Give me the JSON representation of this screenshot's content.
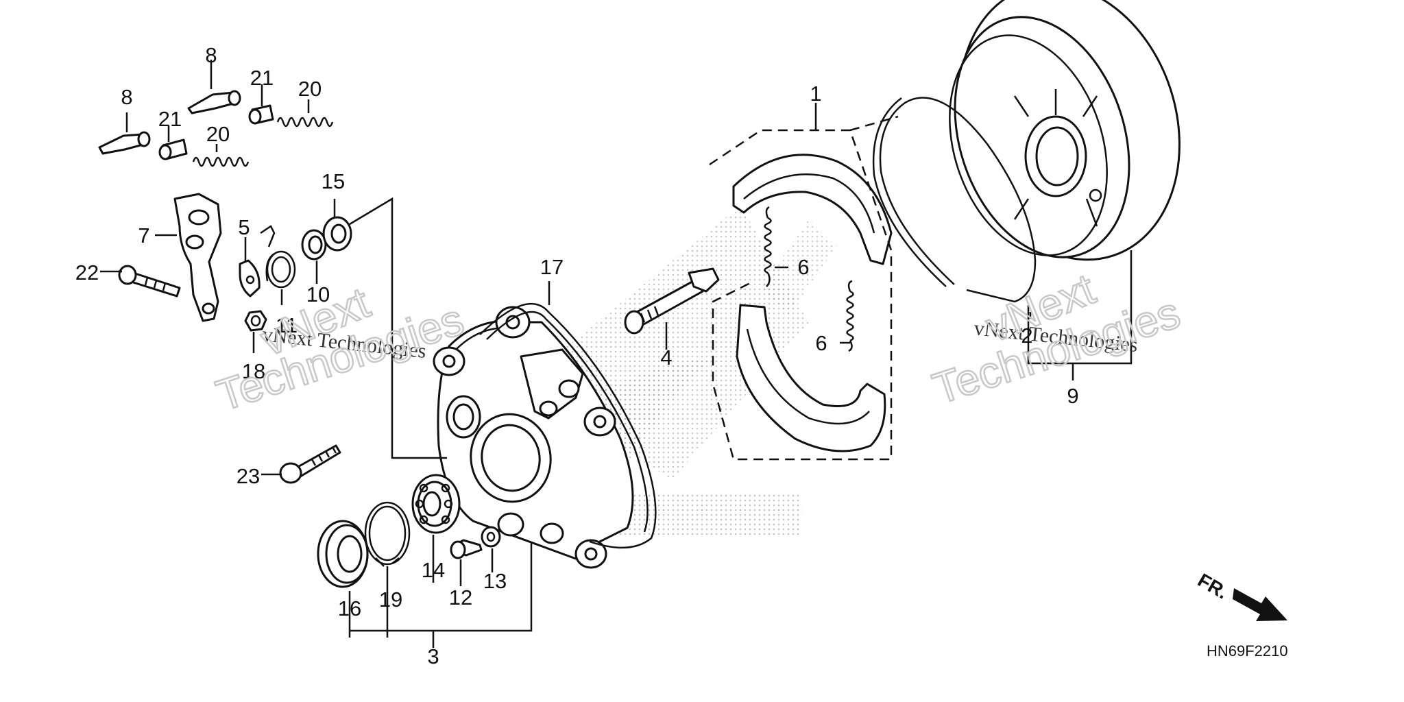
{
  "callouts": [
    "1",
    "2",
    "3",
    "4",
    "5",
    "6",
    "6",
    "7",
    "8",
    "8",
    "9",
    "10",
    "11",
    "12",
    "13",
    "14",
    "15",
    "16",
    "17",
    "18",
    "19",
    "20",
    "20",
    "21",
    "21",
    "22",
    "23"
  ],
  "watermark": {
    "line1": "vNext Technologies",
    "word_next": "vNext",
    "word_tech": "Technologies"
  },
  "direction_label": "FR.",
  "diagram_code": "HN69F2210",
  "colors": {
    "line": "#111111",
    "watermark_outline": "#c8c8c8",
    "background": "#ffffff"
  }
}
